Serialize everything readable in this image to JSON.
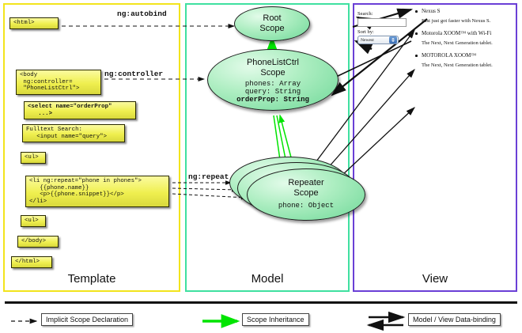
{
  "panels": {
    "template": {
      "label": "Template",
      "border_color": "#f2e41d"
    },
    "model": {
      "label": "Model",
      "border_color": "#3fe0a0"
    },
    "view": {
      "label": "View",
      "border_color": "#6a3fd6"
    }
  },
  "template_boxes": {
    "html_open": "<html>",
    "body_open": "<body\n ng:controller=\n \"PhoneListCtrl\">",
    "select": "<select name=\"orderProp\"\n   ...>",
    "search": "Fulltext Search:\n   <input name=\"query\">",
    "ul_open": "<ul>",
    "li_repeat": "<li ng:repeat=\"phone in phones\">\n   {{phone.name}}\n   <p>{{phone.snippet}}</p>\n</li>",
    "ul_close": "<ul>",
    "body_close": "</body>",
    "html_close": "</html>"
  },
  "edge_labels": {
    "autobind": "ng:autobind",
    "controller": "ng:controller",
    "repeat": "ng:repeat"
  },
  "model": {
    "root_scope": {
      "title_line1": "Root",
      "title_line2": "Scope"
    },
    "ctrl_scope": {
      "title_line1": "PhoneListCtrl",
      "title_line2": "Scope",
      "attr_phones": "phones: Array",
      "attr_query": "query: String",
      "attr_order": "orderProp: String"
    },
    "repeater_scope": {
      "title_line1": "Repeater",
      "title_line2": "Scope",
      "attr_phone": "phone: Object"
    }
  },
  "view": {
    "search_label": "Search:",
    "search_value": "",
    "search_placeholder": "",
    "sort_label": "Sort by:",
    "sort_selected": "Newest",
    "sort_options": [
      "Newest"
    ],
    "phones": [
      {
        "name": "Nexus S",
        "snippet": "Fast just got faster with Nexus S."
      },
      {
        "name": "Motorola XOOM™ with Wi-Fi",
        "snippet": "The Next, Next Generation tablet."
      },
      {
        "name": "MOTOROLA XOOM™",
        "snippet": "The Next, Next Generation tablet."
      }
    ]
  },
  "legend": {
    "implicit_scope": "Implicit Scope Declaration",
    "scope_inheritance": "Scope Inheritance",
    "data_binding": "Model / View Data-binding"
  },
  "colors": {
    "inheritance_arrow": "#00e400",
    "binding_arrow": "#000000",
    "code_box_fill": "#efef4f",
    "scope_fill": "#8fe3ae"
  }
}
